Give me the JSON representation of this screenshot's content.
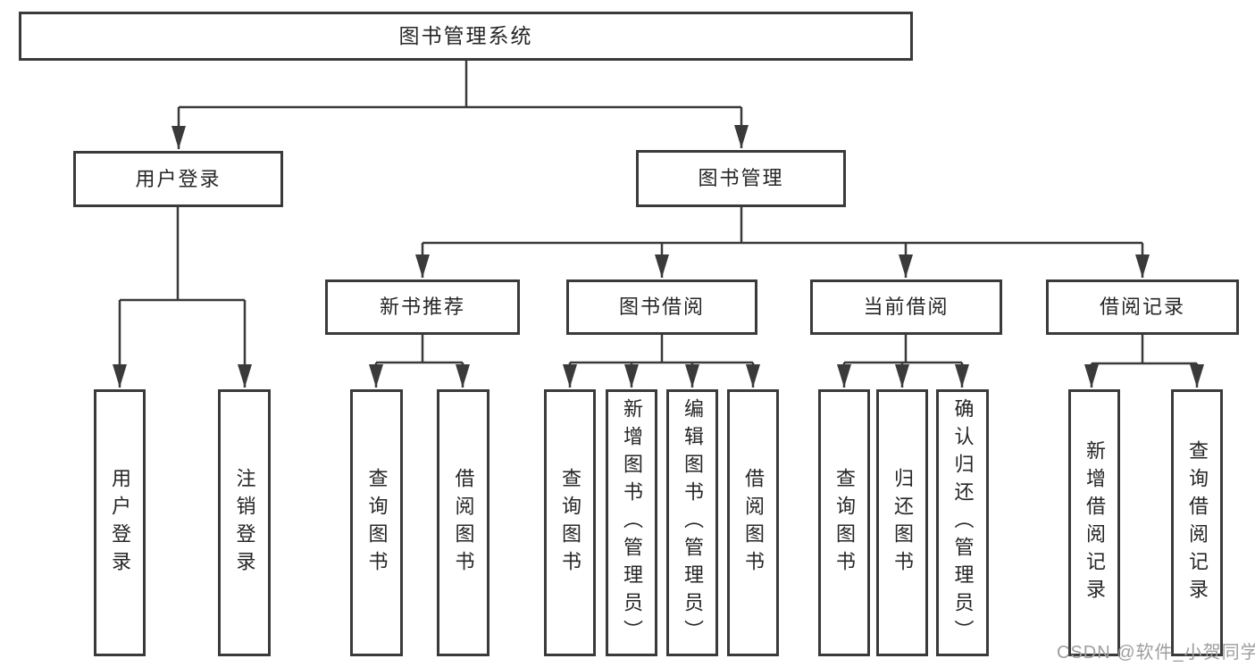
{
  "diagram": {
    "type": "tree-diagram",
    "colors": {
      "line": "#3a3a3a",
      "box_border": "#3a3a3a",
      "text": "#262626",
      "background": "#ffffff",
      "watermark": "#9e9e9e"
    },
    "root": {
      "label": "图书管理系统"
    },
    "level2": {
      "user_login": {
        "label": "用户登录"
      },
      "book_management": {
        "label": "图书管理"
      }
    },
    "level3": {
      "new_book_recommend": {
        "label": "新书推荐"
      },
      "book_borrow": {
        "label": "图书借阅"
      },
      "current_borrow": {
        "label": "当前借阅"
      },
      "borrow_records": {
        "label": "借阅记录"
      }
    },
    "leaves": {
      "user_login": [
        "用户登录",
        "注销登录"
      ],
      "new_book_recommend": [
        "查询图书",
        "借阅图书"
      ],
      "book_borrow": [
        "查询图书",
        "新增图书（管理员）",
        "编辑图书（管理员）",
        "借阅图书"
      ],
      "current_borrow": [
        "查询图书",
        "归还图书",
        "确认归还（管理员）"
      ],
      "borrow_records": [
        "新增借阅记录",
        "查询借阅记录"
      ]
    },
    "watermark": "CSDN @软件_小贺同学"
  }
}
